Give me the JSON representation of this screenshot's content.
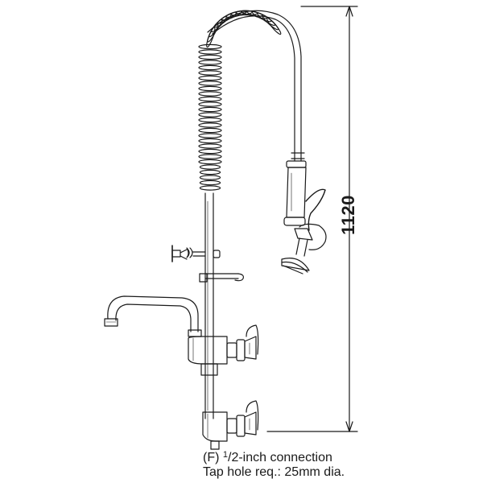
{
  "dimension": {
    "height_value": "1120"
  },
  "notes": {
    "line1_prefix": "(F) ",
    "line1_fraction_num": "1",
    "line1_suffix": "/2-inch connection",
    "line2": "Tap hole req.: 25mm dia."
  },
  "colors": {
    "line": "#1a1a1a",
    "background": "#ffffff"
  }
}
